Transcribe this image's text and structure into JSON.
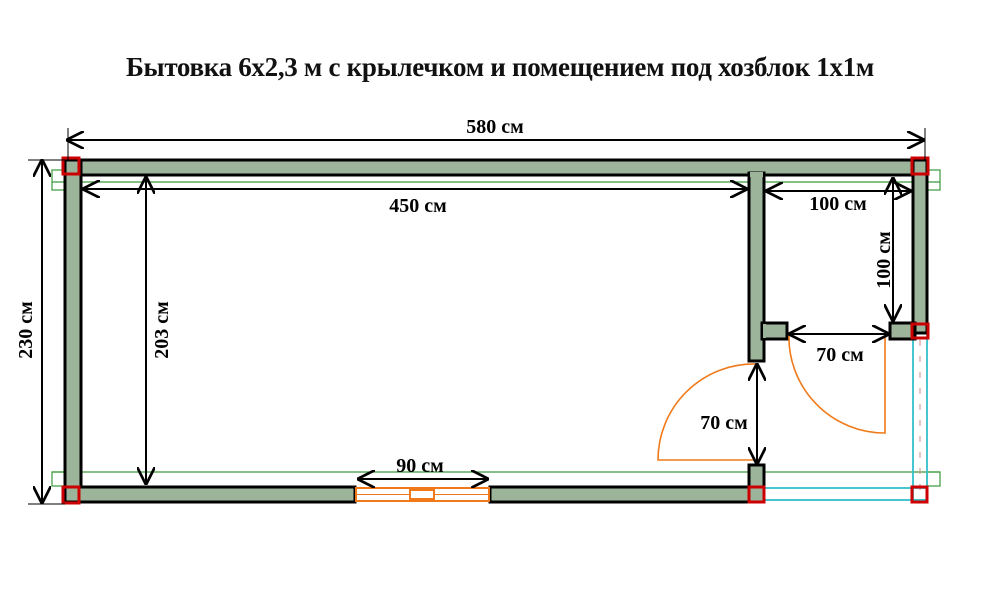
{
  "title": "Бытовка 6х2,3 м с крылечком и помещением под хозблок 1х1м",
  "dimensions": {
    "total_length": "580 см",
    "room_length": "450 см",
    "storage_width": "100 см",
    "storage_depth": "100 см",
    "storage_door": "70 см",
    "entry_door": "70 см",
    "room_width": "203 см",
    "total_width": "230 см",
    "window": "90 см"
  },
  "colors": {
    "wall": "#9cb59a",
    "door": "#f07a1a",
    "post": "#cc0000",
    "porch": "#33c0cc",
    "guide": "#3a9a3a"
  }
}
